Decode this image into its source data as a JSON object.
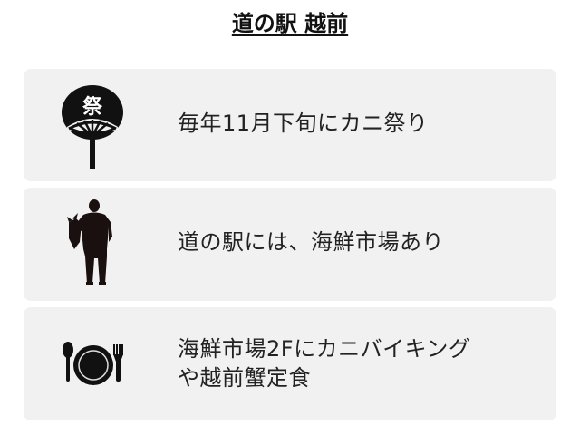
{
  "header": {
    "title": "道の駅 越前"
  },
  "items": [
    {
      "icon": "uchiwa-fan-icon",
      "icon_glyph": "祭",
      "text": "毎年11月下旬にカニ祭り"
    },
    {
      "icon": "fishmonger-silhouette-icon",
      "text": "道の駅には、海鮮市場あり"
    },
    {
      "icon": "plate-cutlery-icon",
      "text_line1": "海鮮市場2Fにカニバイキング",
      "text_line2": "や越前蟹定食"
    }
  ],
  "colors": {
    "card_bg": "#f1f1f1",
    "icon": "#111111",
    "text": "#222222"
  }
}
